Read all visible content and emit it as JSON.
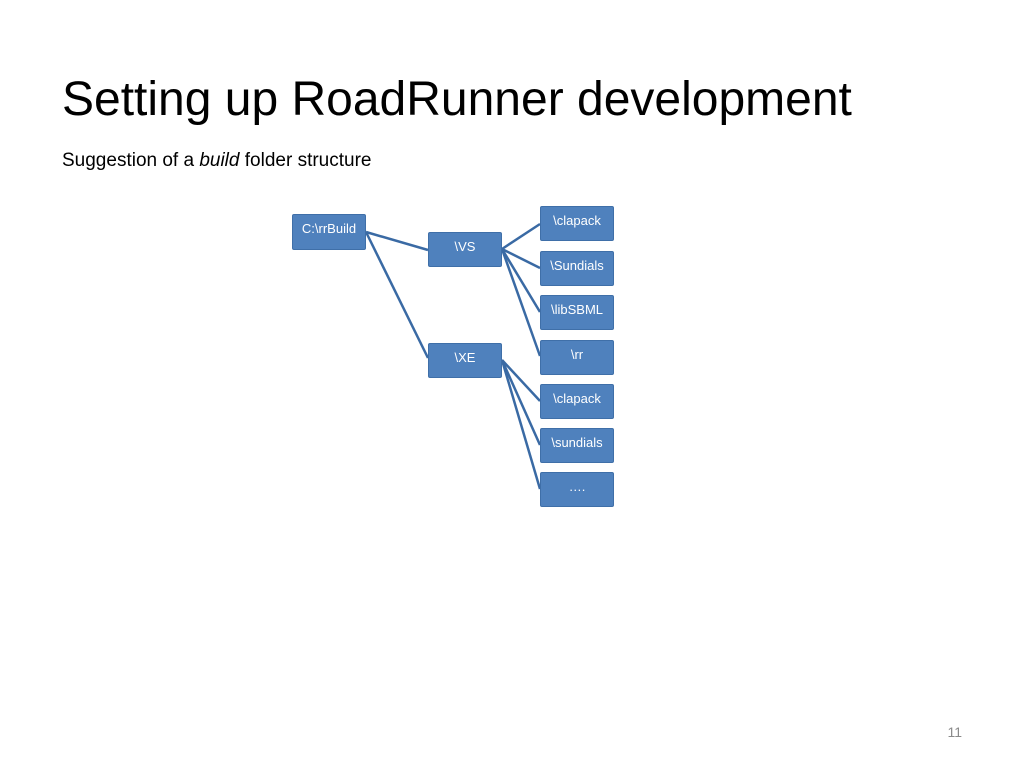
{
  "slide": {
    "title": "Setting up RoadRunner development",
    "subtitle": {
      "before": "Suggestion of a ",
      "emphasis": "build",
      "after": " folder structure"
    },
    "page_number": "11"
  },
  "tree": {
    "root": "C:\\rrBuild",
    "branches": [
      {
        "label": "\\VS",
        "children": [
          "\\clapack",
          "\\Sundials",
          "\\libSBML",
          "\\rr"
        ]
      },
      {
        "label": "\\XE",
        "children": [
          "\\clapack",
          "\\sundials",
          "…."
        ]
      }
    ]
  },
  "colors": {
    "node_fill": "#4f81bd",
    "node_text": "#ffffff",
    "connector": "#3a6aa4"
  }
}
